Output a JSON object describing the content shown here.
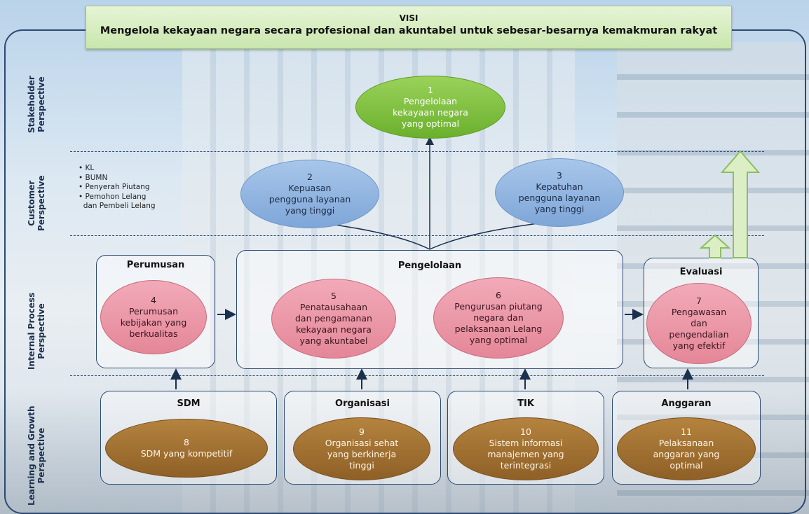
{
  "visi": {
    "heading": "VISI",
    "text": "Mengelola kekayaan negara secara profesional dan akuntabel untuk sebesar-besarnya kemakmuran rakyat"
  },
  "perspectives": {
    "stakeholder": [
      "Stakeholder",
      "Perspective"
    ],
    "customer": [
      "Customer",
      "Perspective"
    ],
    "internal": [
      "Internal Process",
      "Perspective"
    ],
    "learning": [
      "Learning and Growth",
      "Perspective"
    ]
  },
  "customers_list": [
    "KL",
    "BUMN",
    "Penyerah Piutang",
    "Pemohon Lelang",
    "dan Pembeli Lelang"
  ],
  "objectives": {
    "o1": {
      "num": "1",
      "lines": [
        "Pengelolaan",
        "kekayaan negara",
        "yang optimal"
      ]
    },
    "o2": {
      "num": "2",
      "lines": [
        "Kepuasan",
        "pengguna layanan",
        "yang tinggi"
      ]
    },
    "o3": {
      "num": "3",
      "lines": [
        "Kepatuhan",
        "pengguna layanan",
        "yang tinggi"
      ]
    },
    "o4": {
      "num": "4",
      "lines": [
        "Perumusan",
        "kebijakan yang",
        "berkualitas"
      ]
    },
    "o5": {
      "num": "5",
      "lines": [
        "Penatausahaan",
        "dan pengamanan",
        "kekayaan negara",
        "yang akuntabel"
      ]
    },
    "o6": {
      "num": "6",
      "lines": [
        "Pengurusan piutang",
        "negara dan",
        "pelaksanaan Lelang",
        "yang optimal"
      ]
    },
    "o7": {
      "num": "7",
      "lines": [
        "Pengawasan",
        "dan",
        "pengendalian",
        "yang efektif"
      ]
    },
    "o8": {
      "num": "8",
      "lines": [
        "SDM yang kompetitif"
      ]
    },
    "o9": {
      "num": "9",
      "lines": [
        "Organisasi sehat",
        "yang berkinerja",
        "tinggi"
      ]
    },
    "o10": {
      "num": "10",
      "lines": [
        "Sistem informasi",
        "manajemen yang",
        "terintegrasi"
      ]
    },
    "o11": {
      "num": "11",
      "lines": [
        "Pelaksanaan",
        "anggaran yang",
        "optimal"
      ]
    }
  },
  "groups": {
    "perumusan": "Perumusan",
    "pengelolaan": "Pengelolaan",
    "evaluasi": "Evaluasi",
    "sdm": "SDM",
    "organisasi": "Organisasi",
    "tik": "TIK",
    "anggaran": "Anggaran"
  },
  "colors": {
    "stakeholder_green": "#7cbf3c",
    "customer_blue": "#8fb2df",
    "internal_pink": "#ea97a6",
    "learning_brown": "#a2722f",
    "frame_navy": "#2c4a73"
  }
}
